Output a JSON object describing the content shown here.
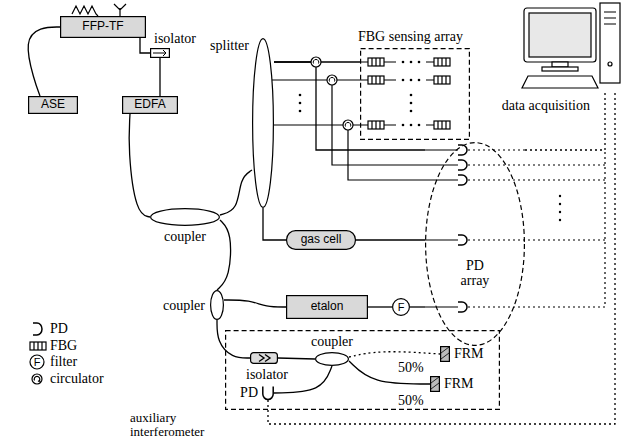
{
  "diagram": {
    "nodes": [
      {
        "text": [
          "FFP-TF"
        ]
      },
      {
        "text": [
          "isolator"
        ]
      },
      {
        "text": [
          "ASE"
        ]
      },
      {
        "text": [
          "EDFA"
        ]
      },
      {
        "text": [
          "splitter"
        ]
      },
      {
        "text": [
          "FBG sensing array"
        ]
      },
      {
        "text": [
          "data acquisition"
        ]
      },
      {
        "text": [
          "coupler"
        ]
      },
      {
        "text": [
          "gas cell"
        ]
      },
      {
        "text": [
          "PD array"
        ]
      },
      {
        "text": [
          "etalon"
        ]
      },
      {
        "text": [
          "F"
        ]
      },
      {
        "text": [
          "coupler"
        ]
      },
      {
        "text": [
          "auxiliary interferometer"
        ]
      },
      {
        "text": [
          "isolator"
        ],
        "in": 13
      },
      {
        "text": [
          "coupler"
        ],
        "in": 13
      },
      {
        "text": [
          "FRM"
        ],
        "in": 13
      },
      {
        "text": [
          "FRM"
        ],
        "in": 13
      },
      {
        "text": [
          "PD"
        ],
        "in": 13
      }
    ],
    "edges": [
      {
        "from": 2,
        "to": 0,
        "arrow": "none"
      },
      {
        "from": 0,
        "to": 1,
        "arrow": "none"
      },
      {
        "from": 1,
        "to": 3,
        "arrow": "none"
      },
      {
        "from": 3,
        "to": 7,
        "arrow": "none"
      },
      {
        "from": 7,
        "to": 4,
        "arrow": "none"
      },
      {
        "from": 4,
        "to": 5,
        "arrow": "none"
      },
      {
        "from": 4,
        "to": 9,
        "arrow": "none"
      },
      {
        "from": 4,
        "to": 8,
        "arrow": "none"
      },
      {
        "from": 8,
        "to": 9,
        "arrow": "none"
      },
      {
        "from": 7,
        "to": 12,
        "arrow": "none"
      },
      {
        "from": 12,
        "to": 10,
        "arrow": "none"
      },
      {
        "from": 10,
        "to": 11,
        "arrow": "none"
      },
      {
        "from": 11,
        "to": 9,
        "arrow": "none"
      },
      {
        "from": 12,
        "to": 14,
        "arrow": "none"
      },
      {
        "from": 14,
        "to": 15,
        "arrow": "none"
      },
      {
        "from": 15,
        "to": 16,
        "arrow": "none"
      },
      {
        "from": 15,
        "to": 17,
        "arrow": "none"
      },
      {
        "from": 15,
        "to": 18,
        "arrow": "none"
      },
      {
        "from": 9,
        "to": 6,
        "arrow": "none"
      },
      {
        "from": 18,
        "to": 6,
        "arrow": "none"
      }
    ],
    "labels": [
      "50%",
      "50%",
      "F"
    ],
    "legend": [
      {
        "text": "PD"
      },
      {
        "text": "FBG"
      },
      {
        "text": "filter"
      },
      {
        "text": "circulator"
      }
    ]
  }
}
